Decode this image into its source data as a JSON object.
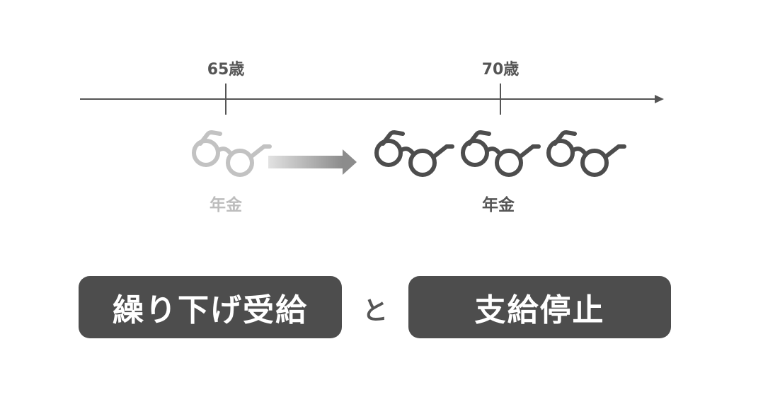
{
  "timeline": {
    "age_65_label": "65歳",
    "age_70_label": "70歳"
  },
  "pension": {
    "before_label": "年金",
    "after_label": "年金"
  },
  "boxes": {
    "left_label": "繰り下げ受給",
    "connector": "と",
    "right_label": "支給停止"
  },
  "colors": {
    "dark": "#4d4d4d",
    "light": "#bdbdbd",
    "axis": "#555555"
  },
  "icons": {
    "glasses": "glasses-icon",
    "arrow": "right-arrow-icon"
  }
}
